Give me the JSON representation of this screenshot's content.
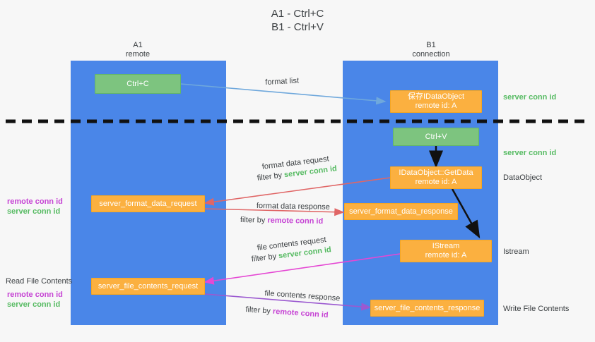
{
  "title": {
    "line1": "A1 - Ctrl+C",
    "line2": "B1 - Ctrl+V"
  },
  "lanes": [
    {
      "id": "a1",
      "title": "A1",
      "subtitle": "remote",
      "color": "#4a86e8"
    },
    {
      "id": "b1",
      "title": "B1",
      "subtitle": "connection",
      "color": "#4a86e8"
    }
  ],
  "nodes": [
    {
      "id": "ctrl-c",
      "kind": "green",
      "line1": "Ctrl+C",
      "line2": ""
    },
    {
      "id": "idataobject-create",
      "kind": "orange",
      "line1": "保存IDataObject",
      "line2": "remote id: A"
    },
    {
      "id": "ctrl-v",
      "kind": "green",
      "line1": "Ctrl+V",
      "line2": ""
    },
    {
      "id": "idataobject-getdata",
      "kind": "orange",
      "line1": "IDataObject::GetData",
      "line2": "remote id: A"
    },
    {
      "id": "server-format-data-request",
      "kind": "orange",
      "line1": "server_format_data_request",
      "line2": ""
    },
    {
      "id": "server-format-data-response",
      "kind": "orange",
      "line1": "server_format_data_response",
      "line2": ""
    },
    {
      "id": "istream",
      "kind": "orange",
      "line1": "IStream",
      "line2": "remote id: A"
    },
    {
      "id": "server-file-contents-request",
      "kind": "orange",
      "line1": "server_file_contents_request",
      "line2": ""
    },
    {
      "id": "server-file-contents-response",
      "kind": "orange",
      "line1": "server_file_contents_response",
      "line2": ""
    }
  ],
  "edge_labels": {
    "format_list": "format list",
    "format_data_request": "format data request",
    "format_data_response": "format data response",
    "file_contents_request": "file contents request",
    "file_contents_response": "file contents response",
    "filter_by": "filter by ",
    "server_conn_id": "server conn id",
    "remote_conn_id": "remote conn id"
  },
  "annotations": {
    "server_conn_id_top": "server conn id",
    "server_conn_id_mid": "server conn id",
    "dataobject": "DataObject",
    "istream": "Istream",
    "write_file_contents": "Write File Contents",
    "read_file_contents": "Read File Contents",
    "remote_conn_id": "remote conn id",
    "server_conn_id": "server conn id"
  },
  "colors": {
    "lane": "#4a86e8",
    "green_node": "#7dc47f",
    "orange_node": "#fbb040",
    "server_conn_id": "#57bb63",
    "remote_conn_id": "#c644d4",
    "arrow_blue": "#6fa8dc",
    "arrow_red": "#e06666",
    "arrow_magenta": "#e548d4",
    "arrow_purple": "#9b59d0",
    "arrow_black": "#111111",
    "divider": "#111111"
  }
}
